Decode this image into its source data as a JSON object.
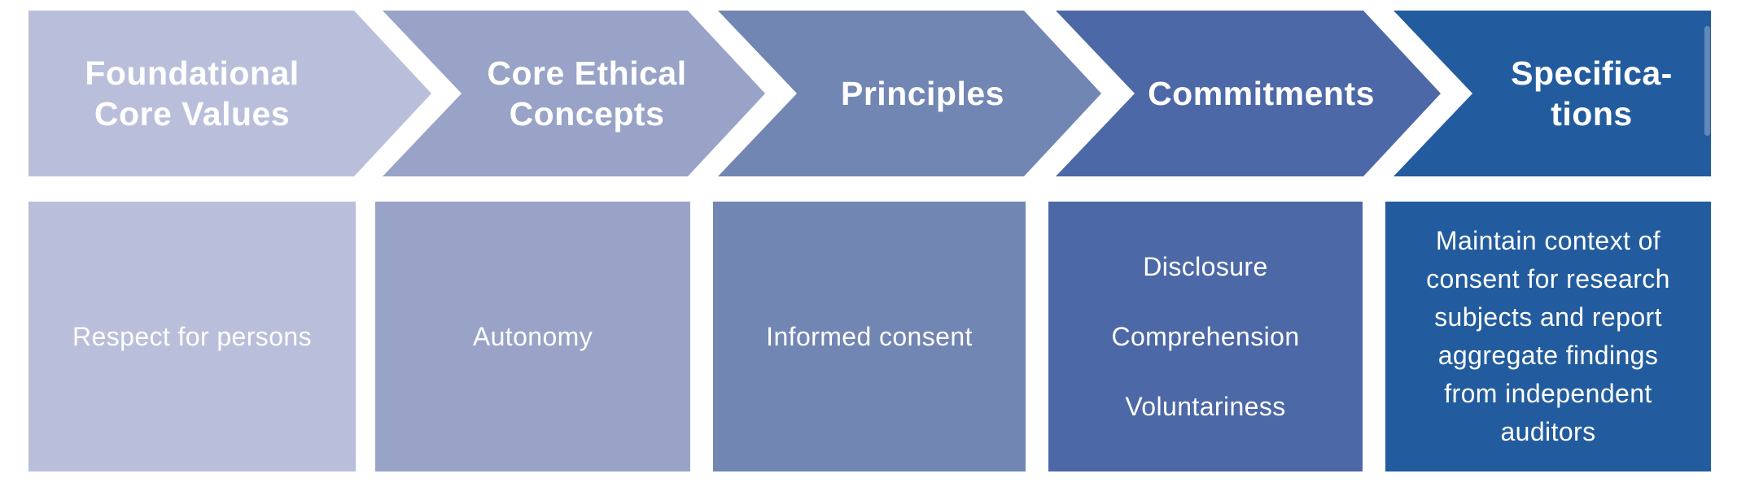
{
  "diagram": {
    "type": "process-chevron-flow",
    "text_color": "#ffffff",
    "background_color": "#ffffff",
    "stages": [
      {
        "label": "Foundational\nCore Values",
        "color": "#b9bfdb",
        "details": [
          "Respect for persons"
        ]
      },
      {
        "label": "Core Ethical\nConcepts",
        "color": "#98a3c7",
        "details": [
          "Autonomy"
        ]
      },
      {
        "label": "Principles",
        "color": "#7286b4",
        "details": [
          "Informed consent"
        ]
      },
      {
        "label": "Commitments",
        "color": "#4d68a6",
        "details": [
          "Disclosure",
          "Comprehension",
          "Voluntariness"
        ]
      },
      {
        "label": "Specifica-\ntions",
        "color": "#235c9e",
        "details": [
          "Maintain context of\nconsent for research\nsubjects and report\naggregate findings\nfrom independent\nauditors"
        ]
      }
    ]
  }
}
